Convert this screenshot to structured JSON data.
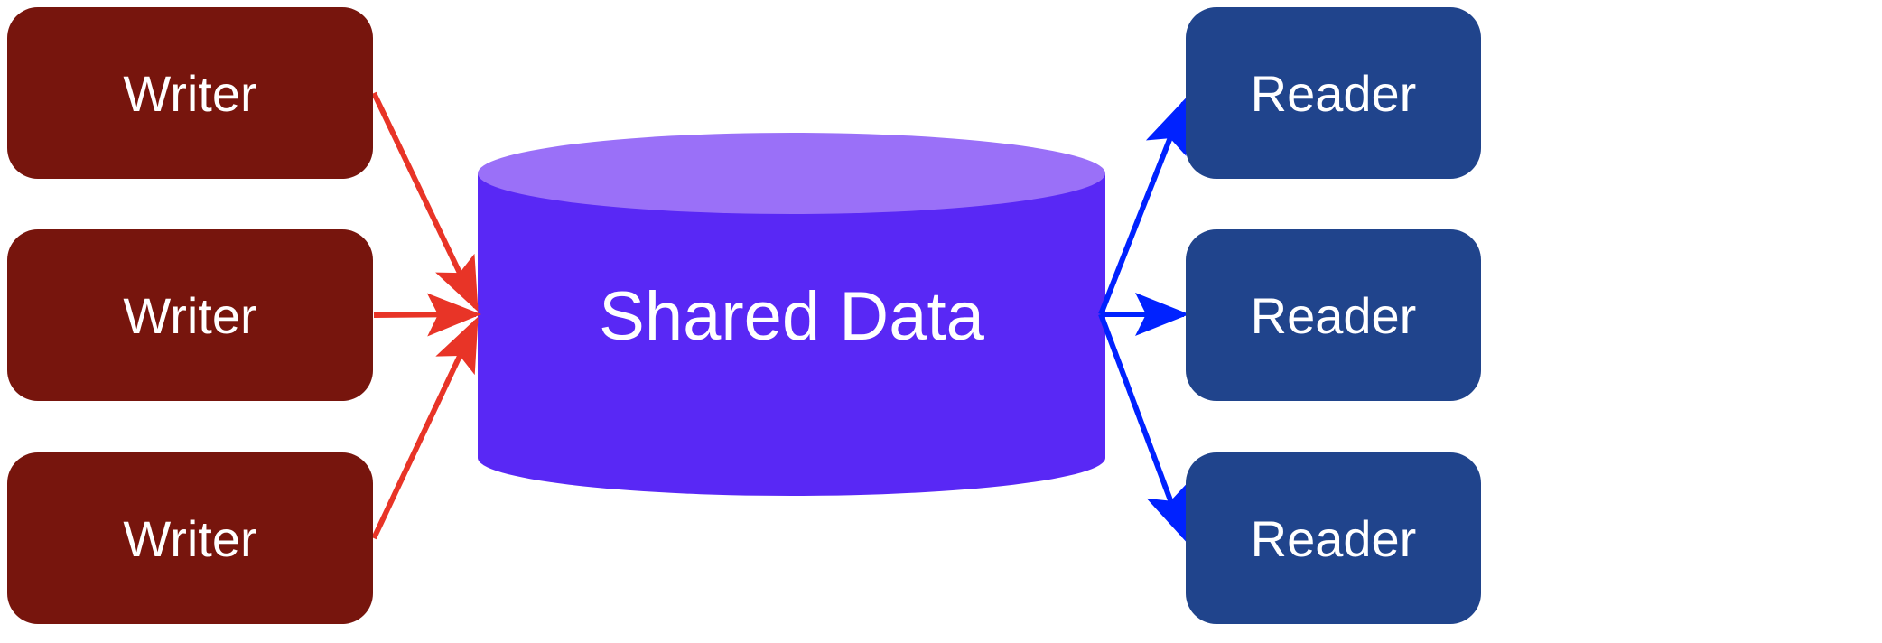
{
  "writers": [
    {
      "label": "Writer"
    },
    {
      "label": "Writer"
    },
    {
      "label": "Writer"
    }
  ],
  "readers": [
    {
      "label": "Reader"
    },
    {
      "label": "Reader"
    },
    {
      "label": "Reader"
    }
  ],
  "store": {
    "label": "Shared Data"
  },
  "colors": {
    "writer": "#77150d",
    "reader": "#20448c",
    "cylinder_body": "#5928f5",
    "cylinder_top": "#9a70f8",
    "write_arrow": "#e83427",
    "read_arrow": "#0022ff"
  }
}
